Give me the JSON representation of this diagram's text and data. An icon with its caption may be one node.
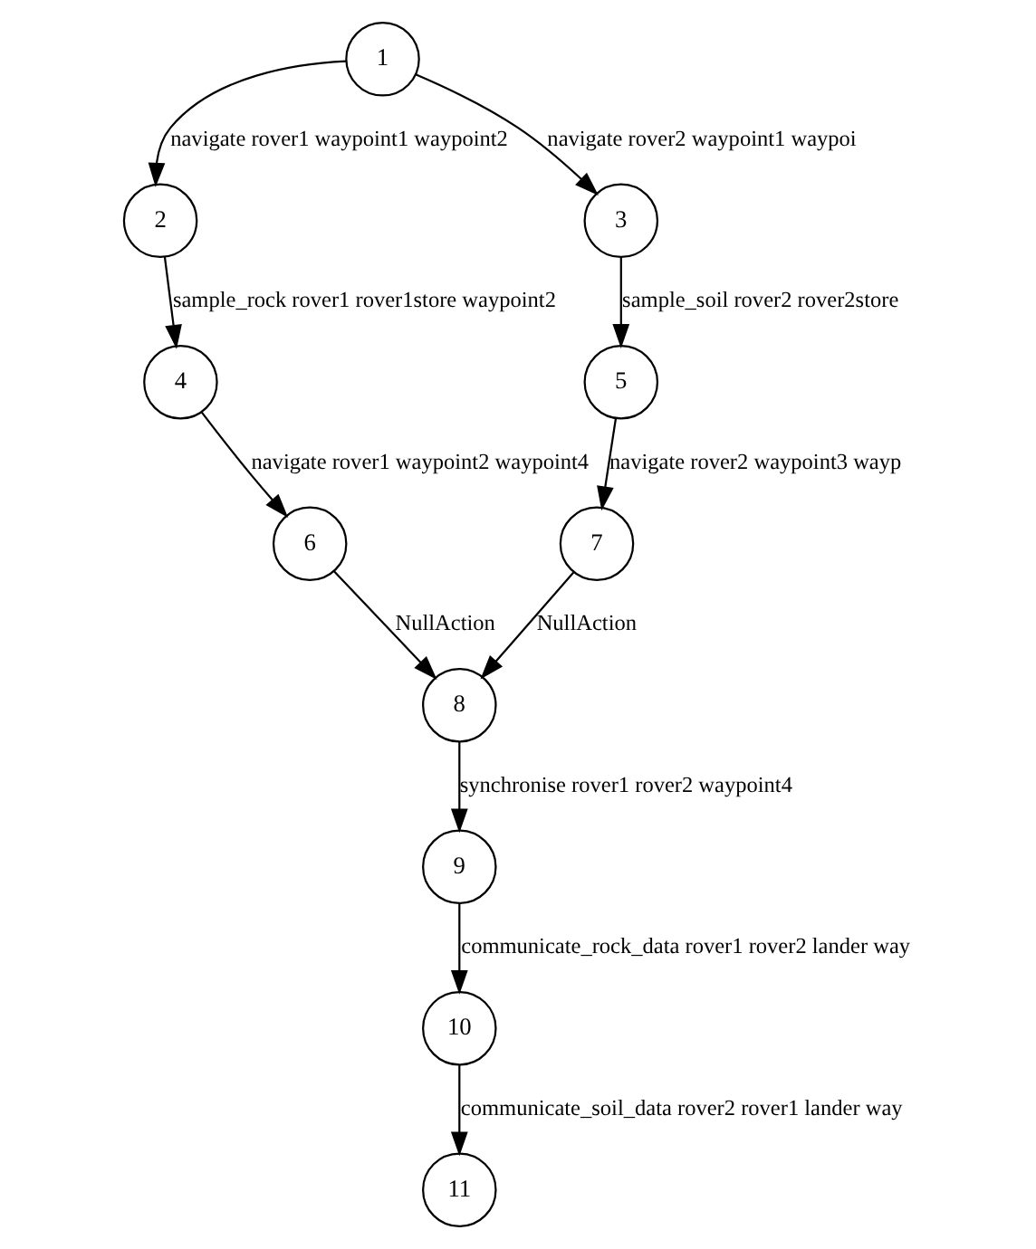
{
  "diagram": {
    "nodes": [
      {
        "text": [
          "1"
        ]
      },
      {
        "text": [
          "2"
        ]
      },
      {
        "text": [
          "3"
        ]
      },
      {
        "text": [
          "4"
        ]
      },
      {
        "text": [
          "5"
        ]
      },
      {
        "text": [
          "6"
        ]
      },
      {
        "text": [
          "7"
        ]
      },
      {
        "text": [
          "8"
        ]
      },
      {
        "text": [
          "9"
        ]
      },
      {
        "text": [
          "10"
        ]
      },
      {
        "text": [
          "11"
        ]
      }
    ],
    "edges": [
      {
        "from": 0,
        "to": 1,
        "arrow": "to",
        "label": "navigate rover1 waypoint1 waypoint2"
      },
      {
        "from": 0,
        "to": 2,
        "arrow": "to",
        "label": "navigate rover2 waypoint1 waypoi"
      },
      {
        "from": 1,
        "to": 3,
        "arrow": "to",
        "label": "sample_rock rover1 rover1store waypoint2"
      },
      {
        "from": 2,
        "to": 4,
        "arrow": "to",
        "label": "sample_soil rover2 rover2store"
      },
      {
        "from": 3,
        "to": 5,
        "arrow": "to",
        "label": "navigate rover1 waypoint2 waypoint4"
      },
      {
        "from": 4,
        "to": 6,
        "arrow": "to",
        "label": "navigate rover2 waypoint3 wayp"
      },
      {
        "from": 5,
        "to": 7,
        "arrow": "to",
        "label": "NullAction"
      },
      {
        "from": 6,
        "to": 7,
        "arrow": "to",
        "label": "NullAction"
      },
      {
        "from": 7,
        "to": 8,
        "arrow": "to",
        "label": "synchronise rover1 rover2 waypoint4"
      },
      {
        "from": 8,
        "to": 9,
        "arrow": "to",
        "label": "communicate_rock_data rover1 rover2 lander way"
      },
      {
        "from": 9,
        "to": 10,
        "arrow": "to",
        "label": "communicate_soil_data rover2 rover1 lander way"
      }
    ]
  }
}
